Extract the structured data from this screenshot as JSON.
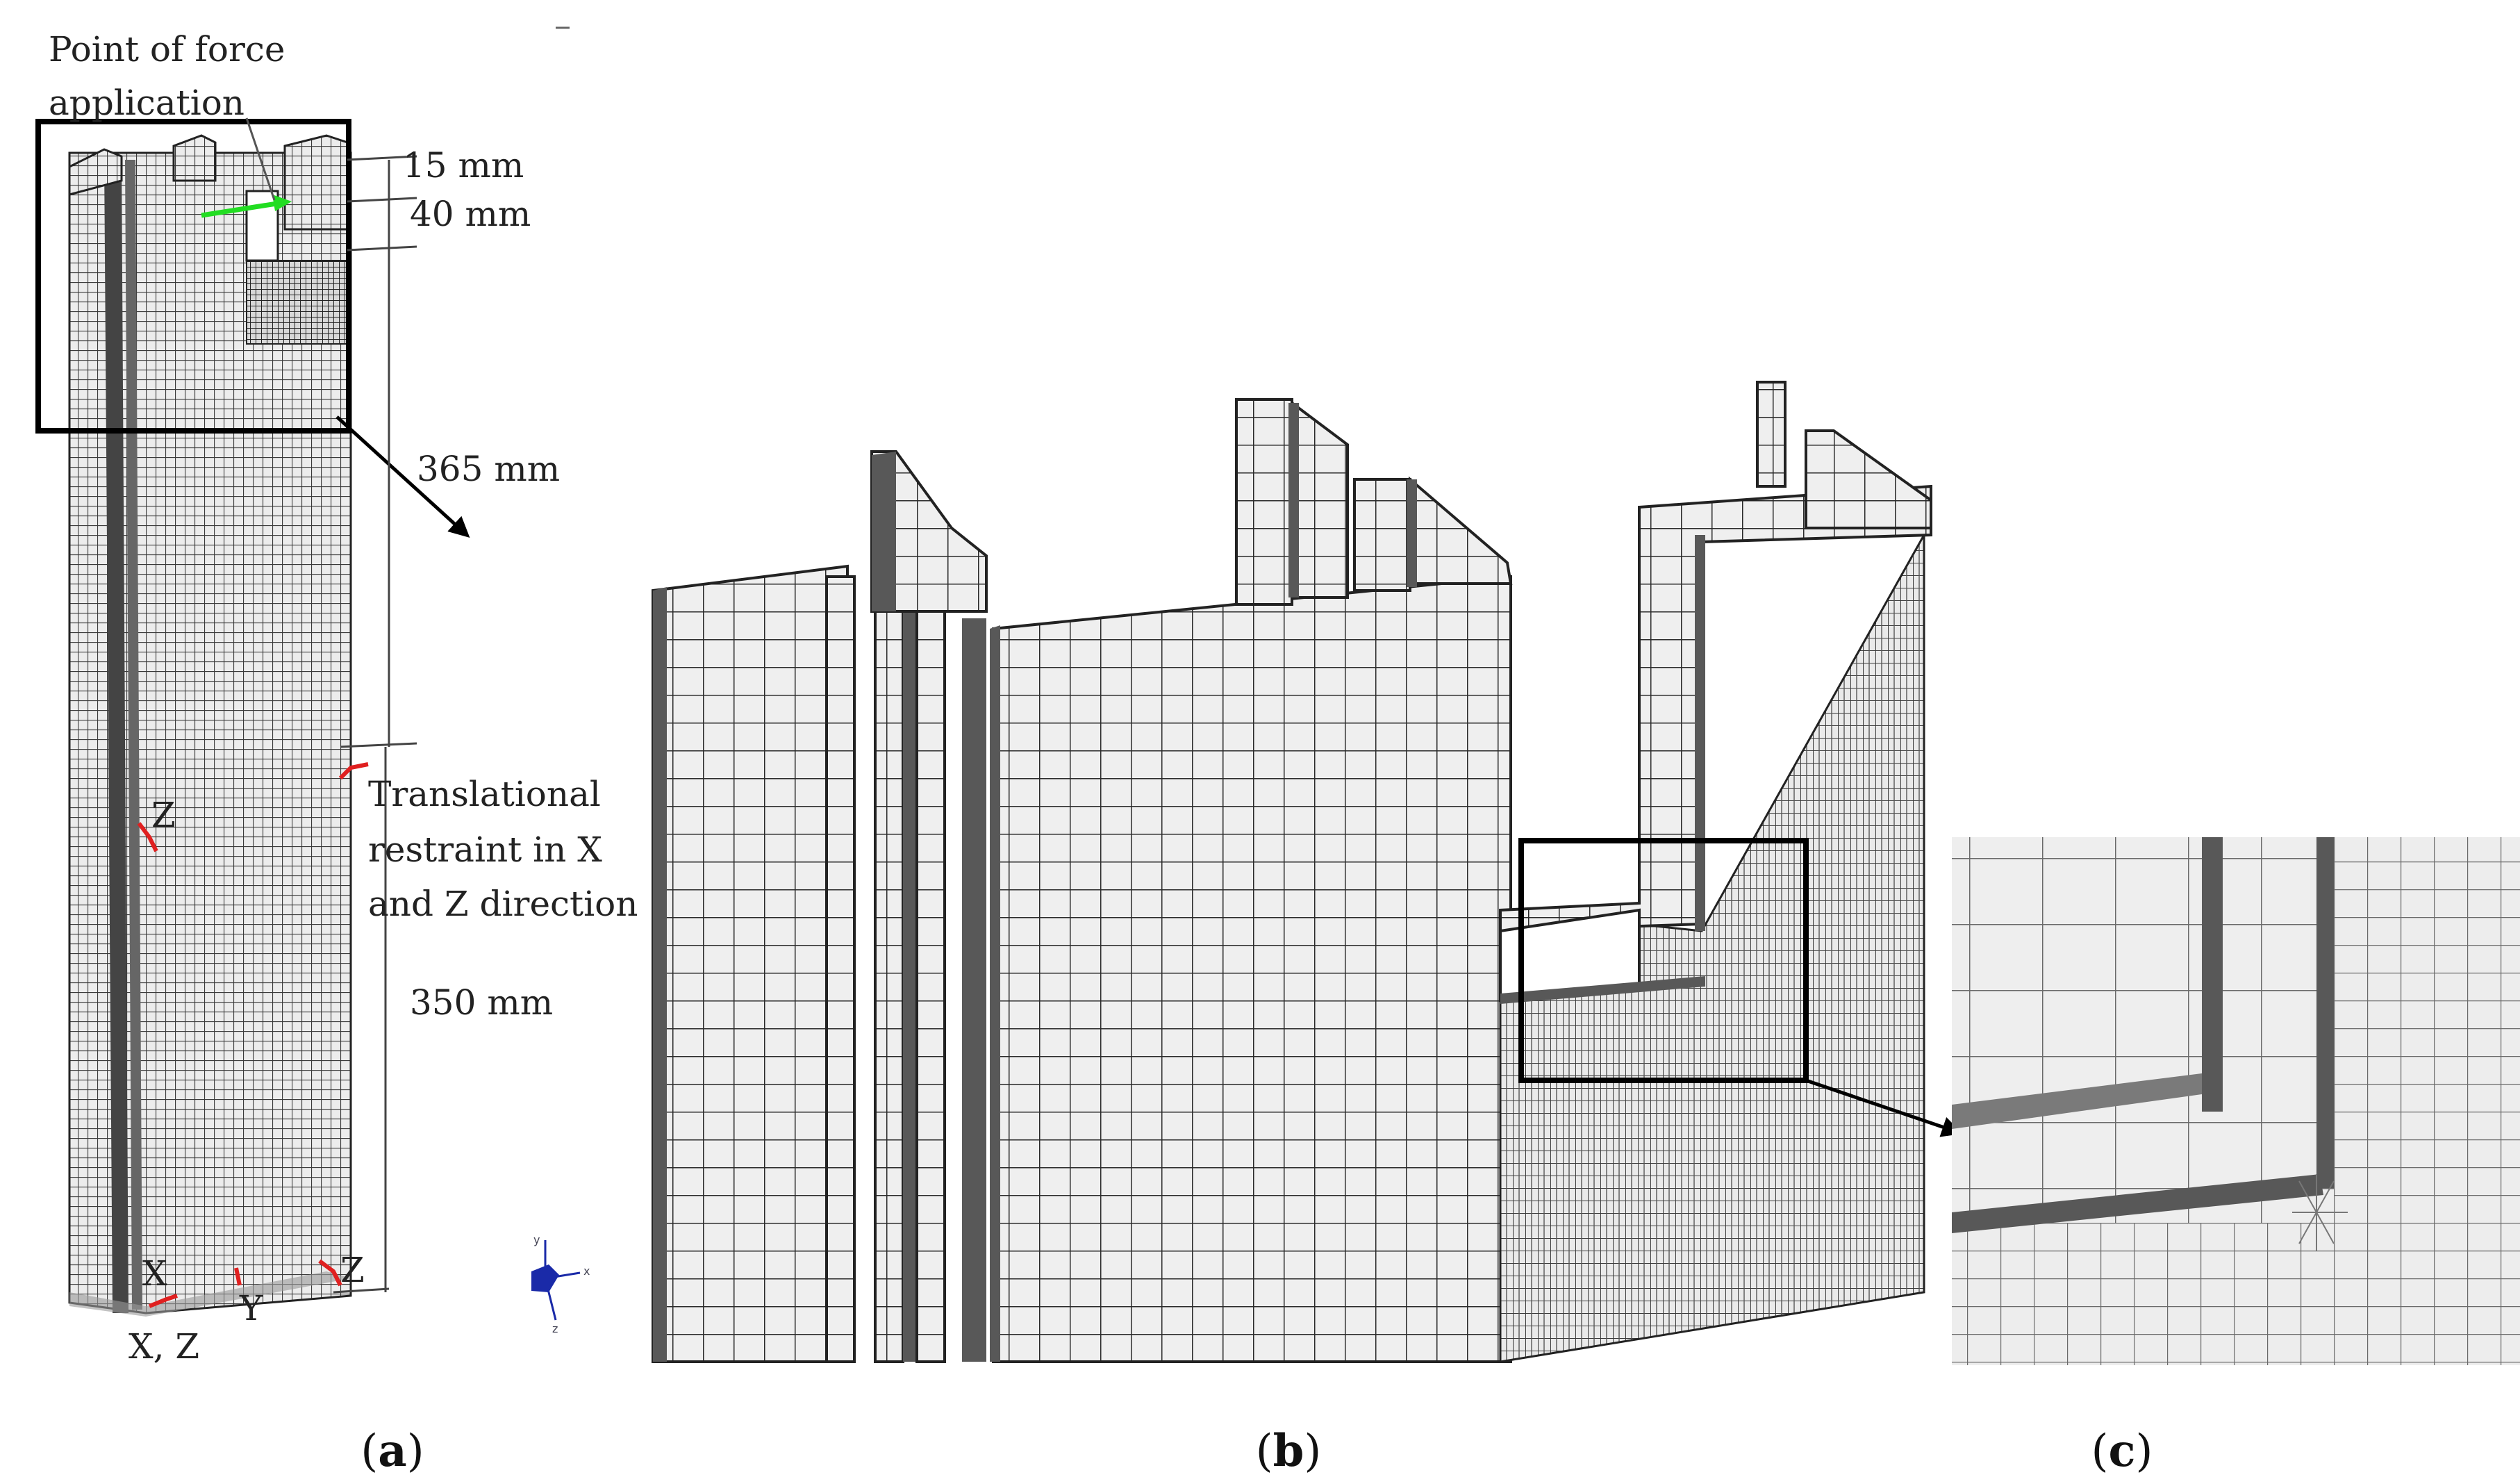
{
  "panel_a": {
    "force_label": [
      "Point of force",
      "application"
    ],
    "dims": [
      "15 mm",
      "40 mm",
      "365 mm",
      "350 mm"
    ],
    "restraint_label": [
      "Translational",
      "restraint in X",
      "and Z direction"
    ],
    "axis_labels": {
      "z_mid": "Z",
      "x_bottom": "X",
      "y_bottom": "Y",
      "z_bottom": "Z",
      "xz_bottom": "X, Z"
    },
    "triad_labels": {
      "y": "y",
      "x": "x",
      "z": "z"
    }
  },
  "captions": [
    {
      "open": "(",
      "letter": "a",
      "close": ")"
    },
    {
      "open": "(",
      "letter": "b",
      "close": ")"
    },
    {
      "open": "(",
      "letter": "c",
      "close": ")"
    }
  ],
  "colors": {
    "mesh_face": "#efefef",
    "mesh_line": "#2a2a2a",
    "edge_dark": "#585858",
    "force_arrow": "#22dd22",
    "restraint": "#e02020",
    "triad": "#1a2aa8",
    "frame": "#000000"
  }
}
